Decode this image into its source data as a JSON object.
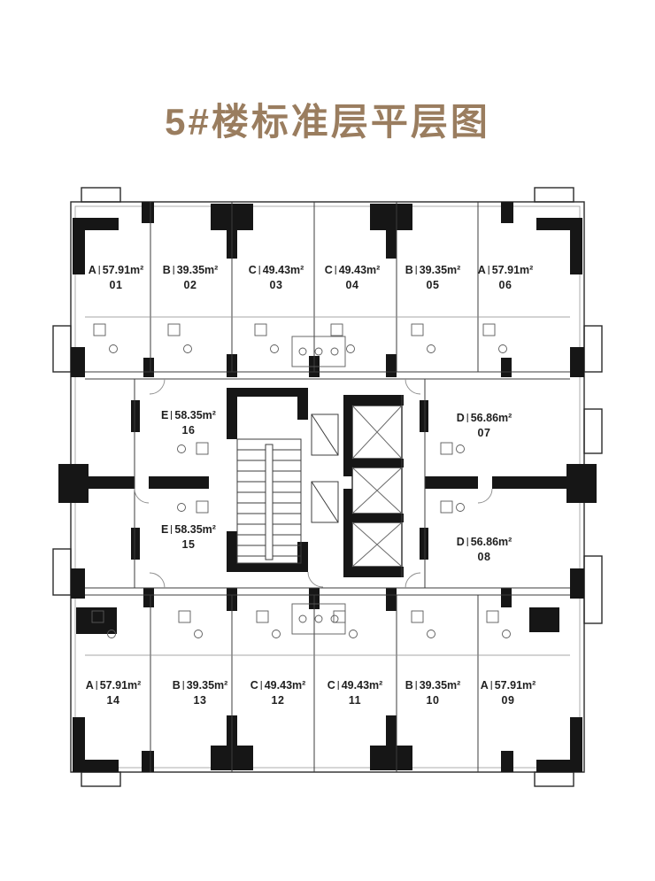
{
  "title": "5#楼标准层平层图",
  "plan": {
    "units": [
      {
        "letter": "A",
        "area": "57.91m²",
        "number": "01"
      },
      {
        "letter": "B",
        "area": "39.35m²",
        "number": "02"
      },
      {
        "letter": "C",
        "area": "49.43m²",
        "number": "03"
      },
      {
        "letter": "C",
        "area": "49.43m²",
        "number": "04"
      },
      {
        "letter": "B",
        "area": "39.35m²",
        "number": "05"
      },
      {
        "letter": "A",
        "area": "57.91m²",
        "number": "06"
      },
      {
        "letter": "D",
        "area": "56.86m²",
        "number": "07"
      },
      {
        "letter": "D",
        "area": "56.86m²",
        "number": "08"
      },
      {
        "letter": "A",
        "area": "57.91m²",
        "number": "09"
      },
      {
        "letter": "B",
        "area": "39.35m²",
        "number": "10"
      },
      {
        "letter": "C",
        "area": "49.43m²",
        "number": "11"
      },
      {
        "letter": "C",
        "area": "49.43m²",
        "number": "12"
      },
      {
        "letter": "B",
        "area": "39.35m²",
        "number": "13"
      },
      {
        "letter": "A",
        "area": "57.91m²",
        "number": "14"
      },
      {
        "letter": "E",
        "area": "58.35m²",
        "number": "15"
      },
      {
        "letter": "E",
        "area": "58.35m²",
        "number": "16"
      }
    ],
    "colors": {
      "title": "#9a7d5f",
      "wall": "#161616",
      "line": "#3c3c3c"
    }
  }
}
